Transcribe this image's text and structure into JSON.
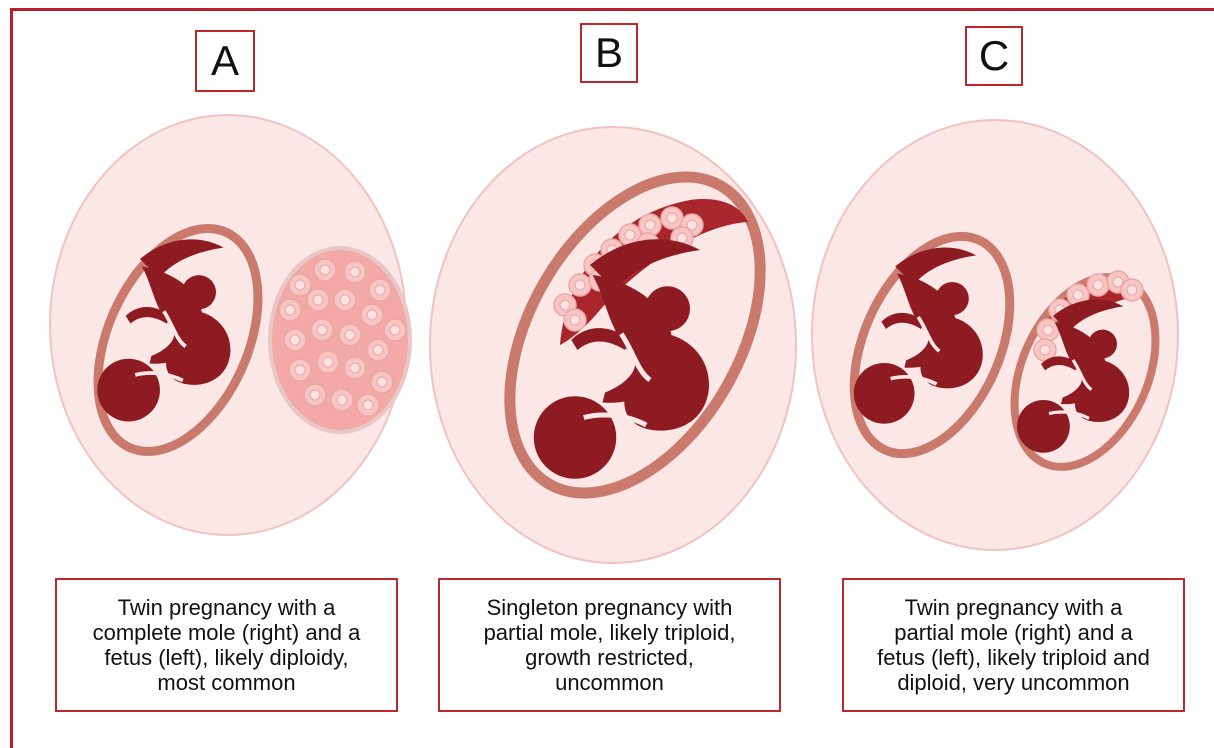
{
  "panels": [
    {
      "label": "A",
      "caption_lines": [
        "Twin pregnancy with a",
        "complete mole (right) and a",
        "fetus (left), likely diploidy,",
        "most common"
      ]
    },
    {
      "label": "B",
      "caption_lines": [
        "Singleton pregnancy with",
        "partial mole, likely triploid,",
        "growth restricted,",
        "uncommon"
      ]
    },
    {
      "label": "C",
      "caption_lines": [
        "Twin pregnancy with a",
        "partial mole (right) and a",
        "fetus (left), likely triploid and",
        "diploid, very uncommon"
      ]
    }
  ],
  "colors": {
    "frame": "#b5202a",
    "uterus_fill": "#fbe7e6",
    "uterus_stroke": "#f1c2bf",
    "sac_wall": "#c97a6c",
    "fetus": "#8e1b22",
    "placenta": "#a8262c",
    "vesicle": "#f7c6c4"
  }
}
